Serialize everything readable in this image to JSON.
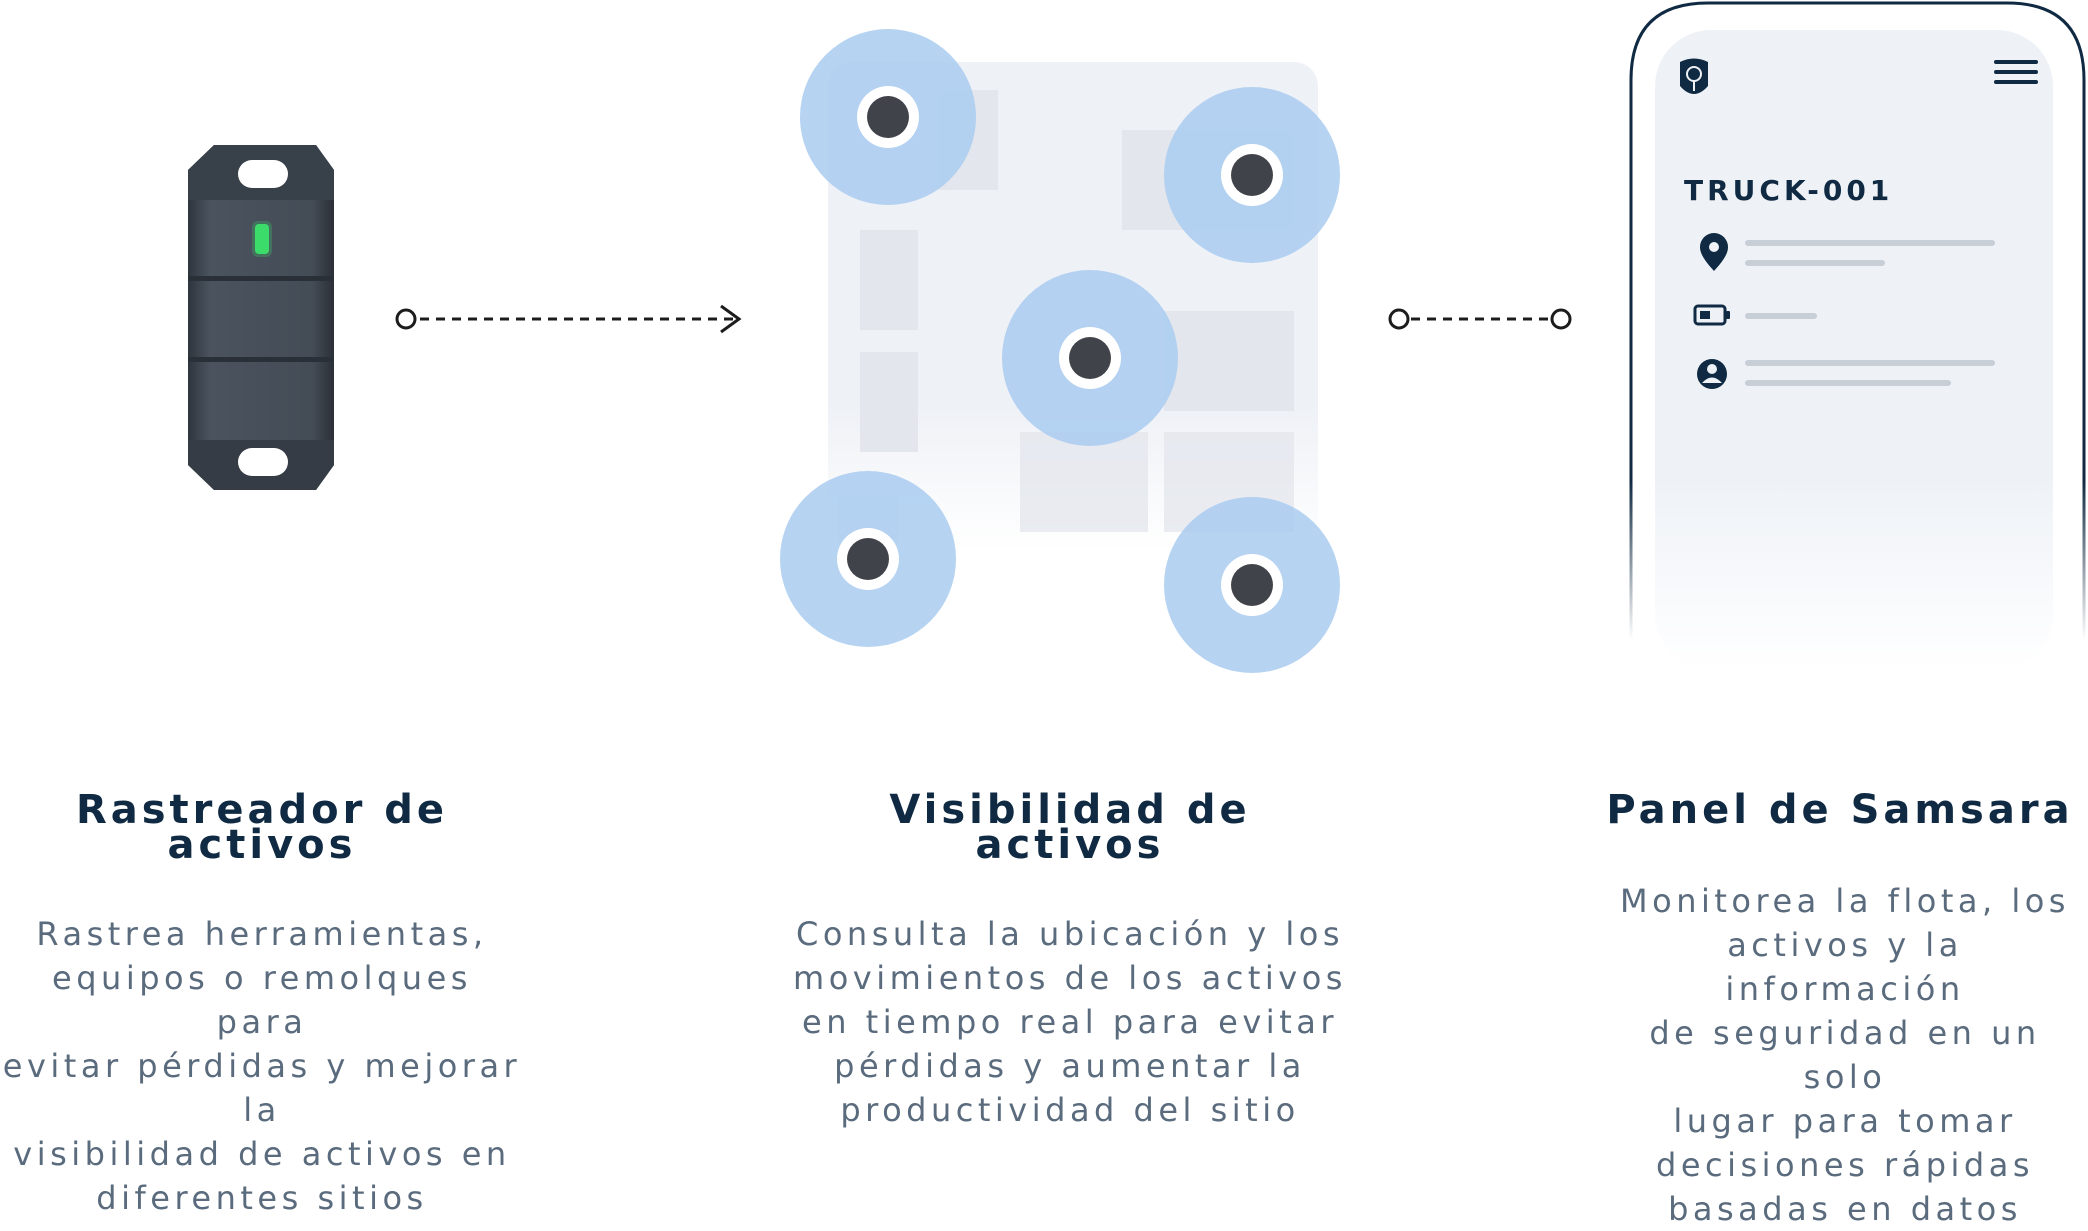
{
  "colors": {
    "navy": "#0f2a42",
    "text_gray": "#5a6b7d",
    "ring_blue": "#a9cbf0",
    "pin_dark": "#404349",
    "map_bg": "#eef1f6",
    "tile": "#e3e6ec",
    "device_body": "#3f4852",
    "led_green": "#3ddc6a"
  },
  "icons": [
    "tracker-device",
    "location-pin-icon",
    "battery-icon",
    "user-icon",
    "logo-icon",
    "menu-icon",
    "arrow-right-icon"
  ],
  "columns": [
    {
      "id": "tracker",
      "title_lines": [
        "Rastreador de",
        "activos"
      ],
      "description_lines": [
        "Rastrea herramientas,",
        "equipos o remolques para",
        "evitar pérdidas y mejorar la",
        "visibilidad de activos en",
        "diferentes sitios"
      ]
    },
    {
      "id": "visibility",
      "title_lines": [
        "Visibilidad de",
        "activos"
      ],
      "description_lines": [
        "Consulta la ubicación y los",
        "movimientos de los activos",
        "en tiempo real para evitar",
        "pérdidas y aumentar la",
        "productividad del sitio"
      ]
    },
    {
      "id": "dashboard",
      "title_lines": [
        "Panel de Samsara"
      ],
      "description_lines": [
        "Monitorea la flota, los",
        "activos y la información",
        "de seguridad en un solo",
        "lugar para tomar",
        "decisiones rápidas",
        "basadas en datos"
      ]
    }
  ],
  "phone": {
    "asset_name": "TRUCK-001"
  }
}
